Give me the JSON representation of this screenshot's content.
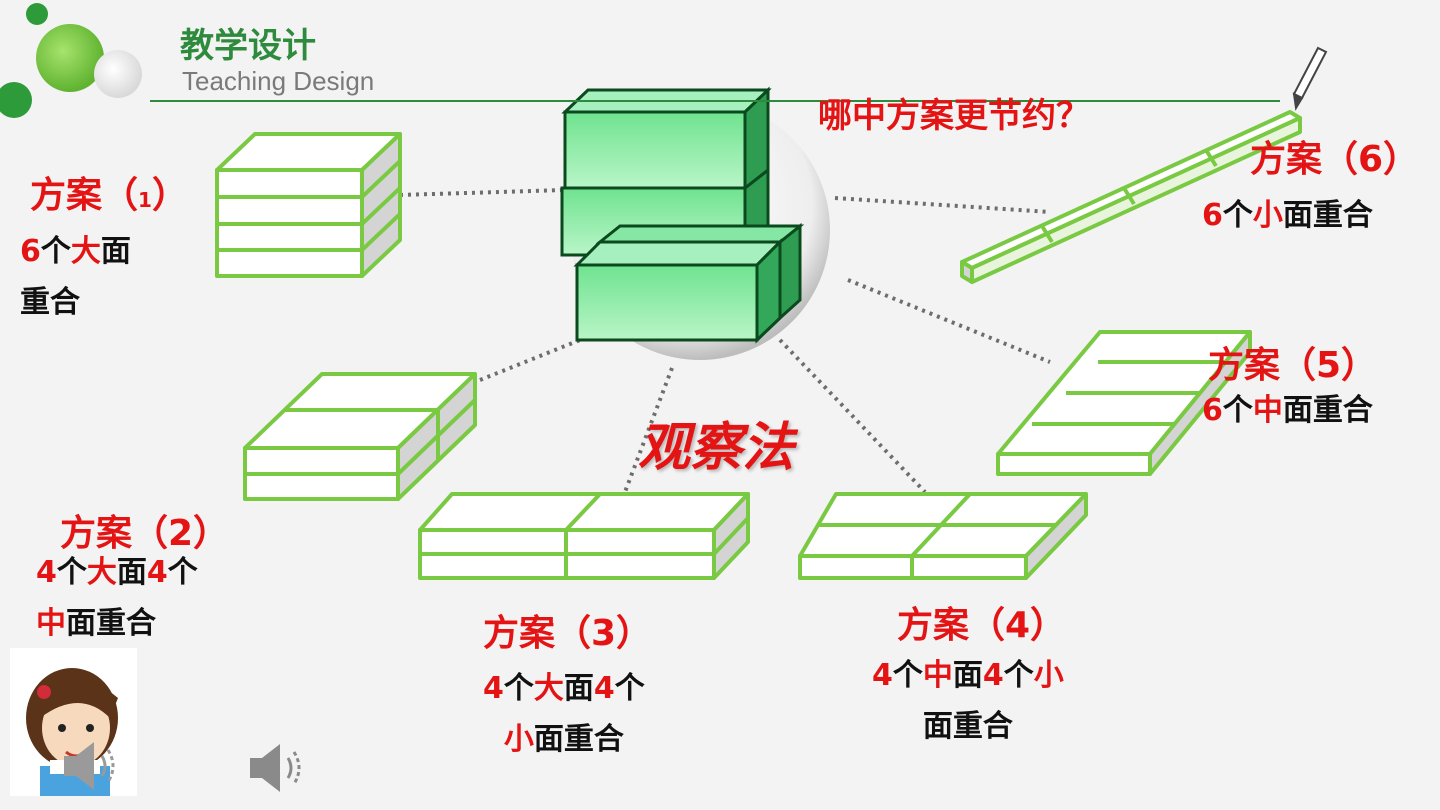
{
  "header": {
    "title": "教学设计",
    "subtitle": "Teaching Design"
  },
  "question": "哪中方案更节约？",
  "method": "观察法",
  "plans": [
    {
      "title_prefix": "方案（",
      "title_num": "1",
      "title_suffix": "）",
      "lines": [
        [
          {
            "t": "6",
            "c": "red"
          },
          {
            "t": "个",
            "c": "blk"
          },
          {
            "t": "大",
            "c": "red"
          },
          {
            "t": "面",
            "c": "blk"
          }
        ],
        [
          {
            "t": "重合",
            "c": "blk"
          }
        ]
      ]
    },
    {
      "title": "方案（2）",
      "lines": [
        [
          {
            "t": "4",
            "c": "red"
          },
          {
            "t": "个",
            "c": "blk"
          },
          {
            "t": "大",
            "c": "red"
          },
          {
            "t": "面",
            "c": "blk"
          },
          {
            "t": "4",
            "c": "red"
          },
          {
            "t": "个",
            "c": "blk"
          }
        ],
        [
          {
            "t": "中",
            "c": "red"
          },
          {
            "t": "面重合",
            "c": "blk"
          }
        ]
      ]
    },
    {
      "title": "方案（3）",
      "lines": [
        [
          {
            "t": "4",
            "c": "red"
          },
          {
            "t": "个",
            "c": "blk"
          },
          {
            "t": "大",
            "c": "red"
          },
          {
            "t": "面",
            "c": "blk"
          },
          {
            "t": "4",
            "c": "red"
          },
          {
            "t": "个",
            "c": "blk"
          }
        ],
        [
          {
            "t": "小",
            "c": "red"
          },
          {
            "t": "面重合",
            "c": "blk"
          }
        ]
      ]
    },
    {
      "title": "方案（4）",
      "lines": [
        [
          {
            "t": "4",
            "c": "red"
          },
          {
            "t": "个",
            "c": "blk"
          },
          {
            "t": "中",
            "c": "red"
          },
          {
            "t": "面",
            "c": "blk"
          },
          {
            "t": "4",
            "c": "red"
          },
          {
            "t": "个",
            "c": "blk"
          },
          {
            "t": "小",
            "c": "red"
          }
        ],
        [
          {
            "t": "面重合",
            "c": "blk"
          }
        ]
      ]
    },
    {
      "title": "方案（5）",
      "lines": [
        [
          {
            "t": "6",
            "c": "red"
          },
          {
            "t": "个",
            "c": "blk"
          },
          {
            "t": "中",
            "c": "red"
          },
          {
            "t": "面重合",
            "c": "blk"
          }
        ]
      ]
    },
    {
      "title": "方案（6）",
      "lines": [
        [
          {
            "t": "6",
            "c": "red"
          },
          {
            "t": "个",
            "c": "blk"
          },
          {
            "t": "小",
            "c": "red"
          },
          {
            "t": "面重合",
            "c": "blk"
          }
        ]
      ]
    }
  ],
  "colors": {
    "accent_green": "#2e8b3d",
    "box_green": "#7ac943",
    "red": "#e41414"
  },
  "icons": [
    "speaker-icon",
    "pencil-icon",
    "girl-avatar"
  ]
}
